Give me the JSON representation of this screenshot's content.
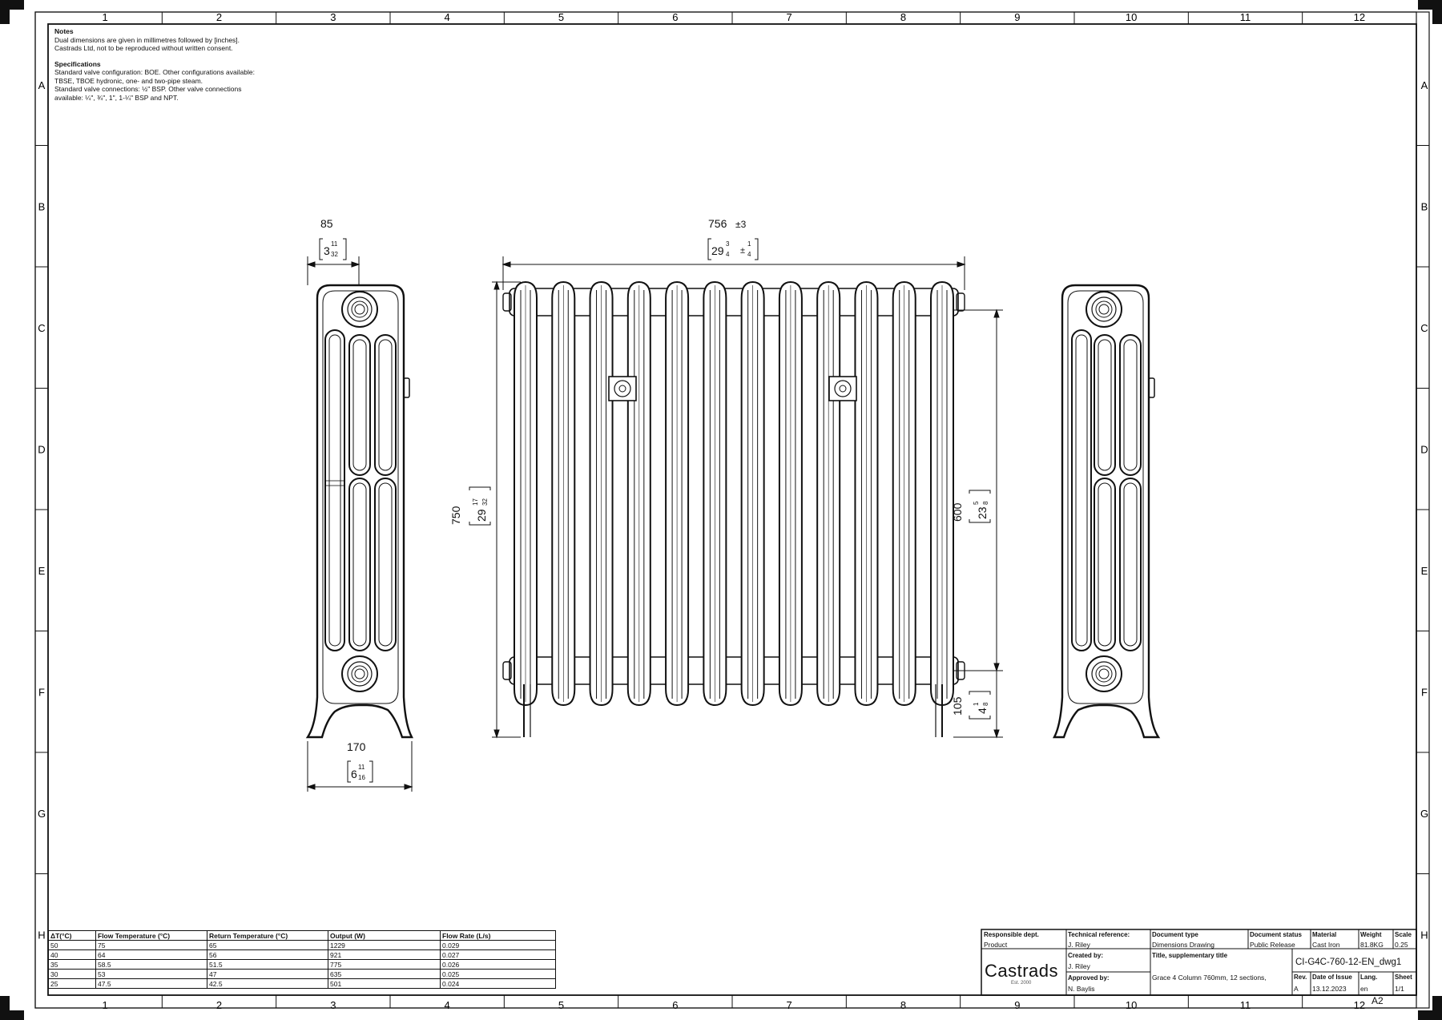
{
  "grid": {
    "columns": [
      "1",
      "2",
      "3",
      "4",
      "5",
      "6",
      "7",
      "8",
      "9",
      "10",
      "11",
      "12"
    ],
    "rows": [
      "A",
      "B",
      "C",
      "D",
      "E",
      "F",
      "G",
      "H"
    ]
  },
  "notes": {
    "heading": "Notes",
    "lines": [
      "Dual dimensions are given in millimetres followed by [inches].",
      "Castrads Ltd, not to be reproduced without written consent."
    ],
    "spec_heading": "Specifications",
    "spec_lines": [
      "Standard valve configuration: BOE. Other configurations available:",
      "TBSE, TBOE hydronic, one- and two-pipe steam.",
      "Standard valve connections: ½\" BSP. Other valve connections",
      "available: ¼\", ¾\", 1\", 1-¼\" BSP and NPT."
    ]
  },
  "dimensions": {
    "side_depth_mm": "85",
    "side_depth_in_whole": "3",
    "side_depth_in_num": "11",
    "side_depth_in_den": "32",
    "foot_depth_mm": "170",
    "foot_depth_in_whole": "6",
    "foot_depth_in_num": "11",
    "foot_depth_in_den": "16",
    "length_mm": "756",
    "length_tol_mm": "±3",
    "length_in_whole": "29",
    "length_in_num": "3",
    "length_in_den": "4",
    "length_tol_in_pm": "±",
    "length_tol_in_num": "1",
    "length_tol_in_den": "4",
    "height_mm": "750",
    "height_in_whole": "29",
    "height_in_num": "17",
    "height_in_den": "32",
    "centres_mm": "600",
    "centres_in_whole": "23",
    "centres_in_num": "5",
    "centres_in_den": "8",
    "floor_mm": "105",
    "floor_in_whole": "4",
    "floor_in_num": "1",
    "floor_in_den": "8"
  },
  "flow_table": {
    "headers": [
      "ΔT(°C)",
      "Flow Temperature (°C)",
      "Return Temperature (°C)",
      "Output (W)",
      "Flow Rate (L/s)"
    ],
    "rows": [
      [
        "50",
        "75",
        "65",
        "1229",
        "0.029"
      ],
      [
        "40",
        "64",
        "56",
        "921",
        "0.027"
      ],
      [
        "35",
        "58.5",
        "51.5",
        "775",
        "0.026"
      ],
      [
        "30",
        "53",
        "47",
        "635",
        "0.025"
      ],
      [
        "25",
        "47.5",
        "42.5",
        "501",
        "0.024"
      ]
    ]
  },
  "title_block": {
    "responsible_label": "Responsible dept.",
    "responsible_value": "Product",
    "tech_ref_label": "Technical reference:",
    "tech_ref_value": "J. Riley",
    "doc_type_label": "Document type",
    "doc_type_value": "Dimensions Drawing",
    "doc_status_label": "Document status",
    "doc_status_value": "Public Release",
    "material_label": "Material",
    "material_value": "Cast Iron",
    "weight_label": "Weight",
    "weight_value": "81.8KG",
    "scale_label": "Scale",
    "scale_value": "0.25",
    "company": "Castrads",
    "established": "Est. 2000",
    "created_label": "Created by:",
    "created_value": "J. Riley",
    "approved_label": "Approved by:",
    "approved_value": "N. Baylis",
    "title_label": "Title, supplementary title",
    "title_value": "Grace 4 Column 760mm, 12 sections,",
    "doc_number": "CI-G4C-760-12-EN_dwg1",
    "rev_label": "Rev.",
    "rev_value": "A",
    "date_label": "Date of Issue",
    "date_value": "13.12.2023",
    "lang_label": "Lang.",
    "lang_value": "en",
    "sheet_label": "Sheet",
    "sheet_value": "1/1",
    "paper_size": "A2"
  }
}
